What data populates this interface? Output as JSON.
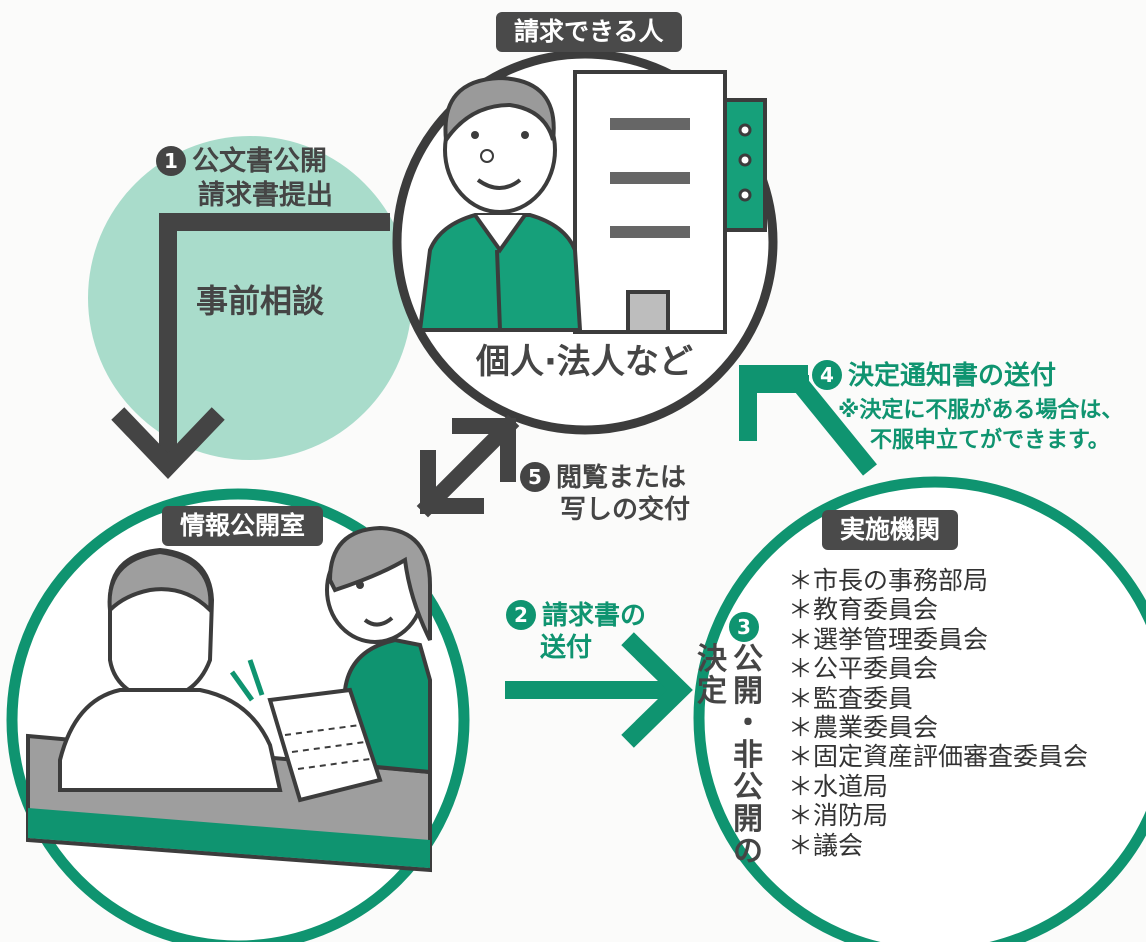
{
  "requester": {
    "label": "請求できる人",
    "caption": "個人·法人など"
  },
  "office": {
    "label": "情報公開室"
  },
  "agency": {
    "label": "実施機関",
    "items": [
      "＊市長の事務部局",
      "＊教育委員会",
      "＊選挙管理委員会",
      "＊公平委員会",
      "＊監査委員",
      "＊農業委員会",
      "＊固定資産評価審査委員会",
      "＊水道局",
      "＊消防局",
      "＊議会"
    ]
  },
  "consult": {
    "label": "事前相談"
  },
  "steps": {
    "s1": {
      "num": "1",
      "line1": "公文書公開",
      "line2": "請求書提出"
    },
    "s2": {
      "num": "2",
      "line1": "請求書の",
      "line2": "送付"
    },
    "s3": {
      "num": "3",
      "col1": [
        "公",
        "開",
        "・",
        "非",
        "公",
        "開",
        "の"
      ],
      "col2": [
        "決",
        "定"
      ]
    },
    "s4": {
      "num": "4",
      "title": "決定通知書の送付",
      "note1": "※決定に不服がある場合は、",
      "note2": "不服申立てができます。"
    },
    "s5": {
      "num": "5",
      "line1": "閲覧または",
      "line2": "写しの交付"
    }
  },
  "colors": {
    "green": "#0f9470",
    "mint": "#a9dccb",
    "dark": "#444444",
    "outline": "#3c3c3c"
  }
}
